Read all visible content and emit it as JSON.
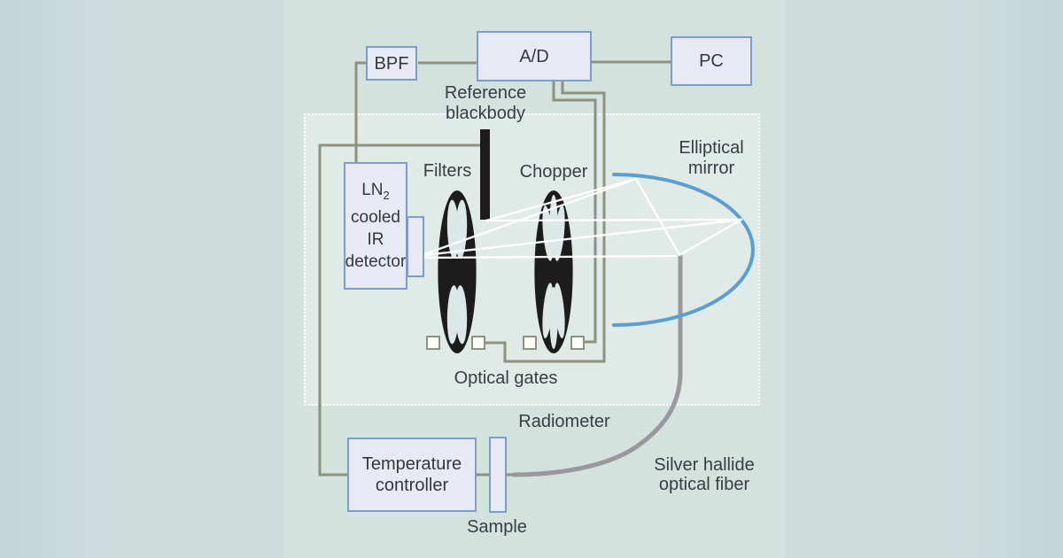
{
  "boxes": {
    "bpf": "BPF",
    "ad": "A/D",
    "pc": "PC",
    "detector": {
      "l1a": "LN",
      "l1sub": "2",
      "l2": "cooled",
      "l3": "IR",
      "l4": "detector"
    },
    "temperature_controller": {
      "l1": "Temperature",
      "l2": "controller"
    }
  },
  "labels": {
    "reference_blackbody": {
      "l1": "Reference",
      "l2": "blackbody"
    },
    "filters": "Filters",
    "chopper": "Chopper",
    "elliptical_mirror": {
      "l1": "Elliptical",
      "l2": "mirror"
    },
    "optical_gates": "Optical gates",
    "radiometer": "Radiometer",
    "sample": "Sample",
    "optical_fiber": {
      "l1": "Silver hallide",
      "l2": "optical fiber"
    }
  },
  "colors": {
    "background_outer": "#cddddc",
    "background_figure": "#d4e2de",
    "box_fill": "#e7eaf5",
    "box_border": "#7e9dca",
    "wire": "#8d9180",
    "mirror_blue": "#5a9ed2",
    "fiber_gray": "#99989e",
    "beam_white": "#ffffff",
    "wheel_black": "#1c1c1c",
    "text": "#383d40"
  }
}
